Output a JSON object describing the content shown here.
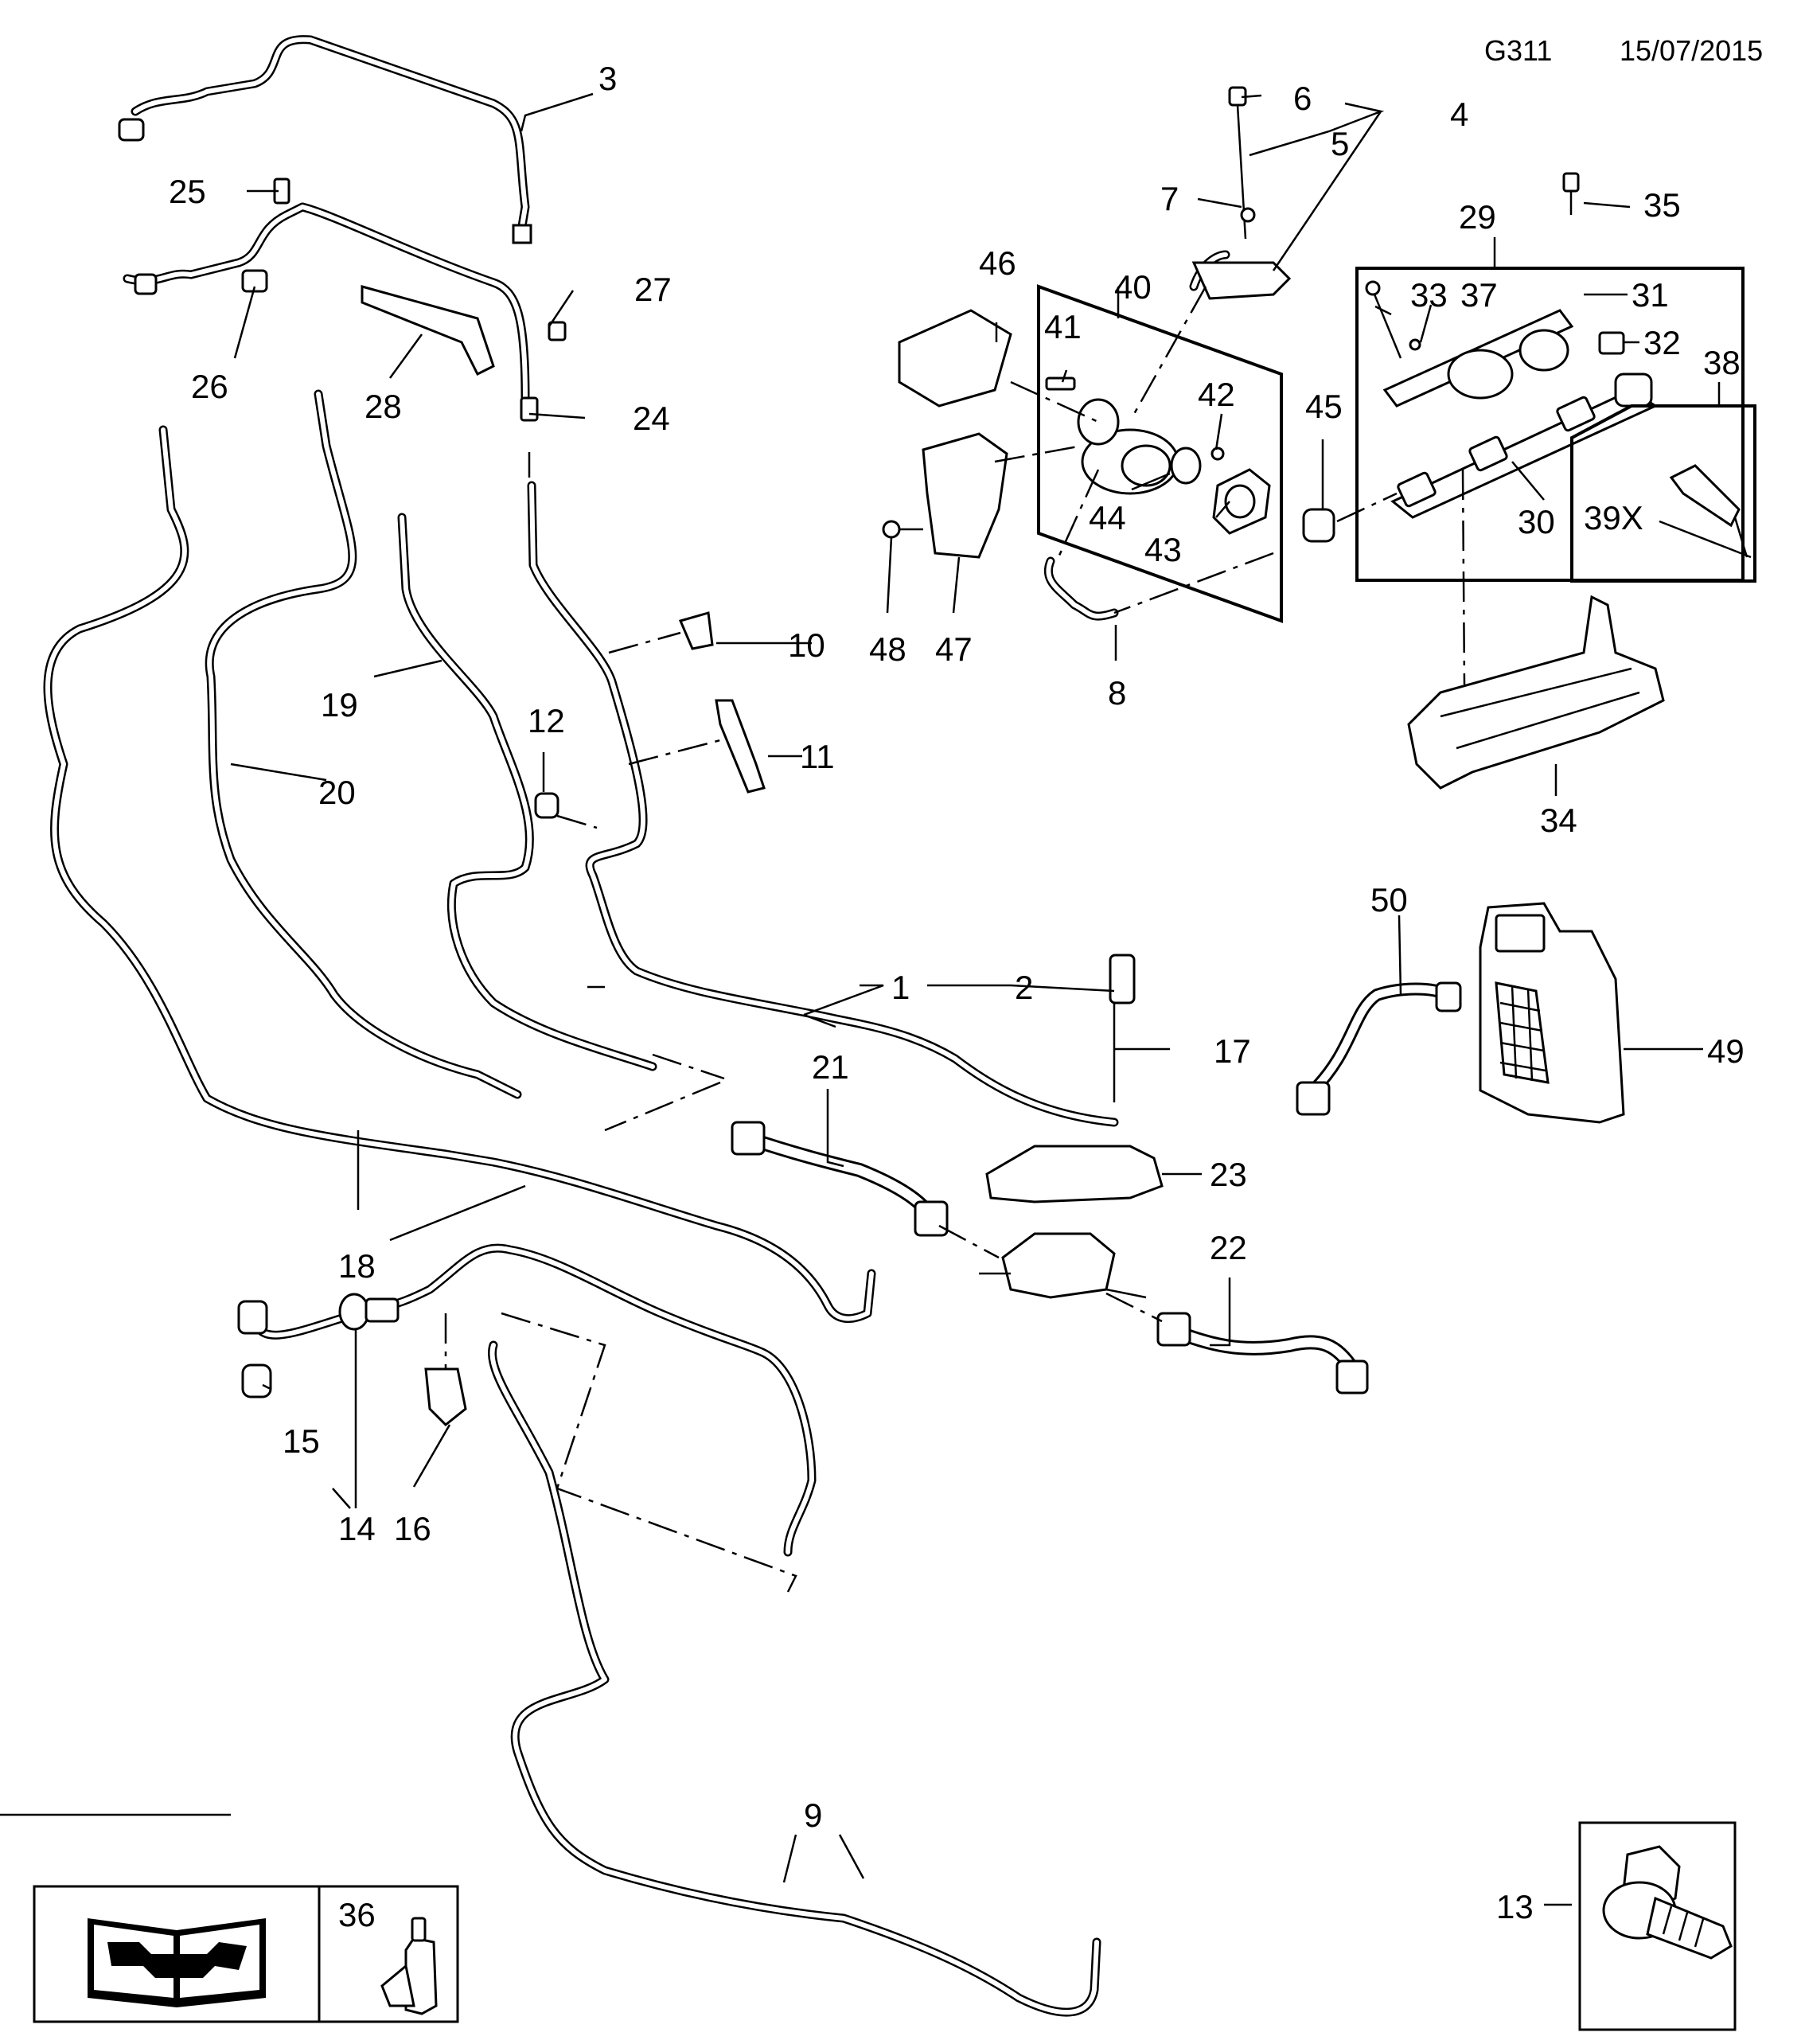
{
  "header": {
    "code": "G311",
    "date": "15/07/2015"
  },
  "callouts": {
    "c1": "1",
    "c2": "2",
    "c3": "3",
    "c4": "4",
    "c5": "5",
    "c6": "6",
    "c7": "7",
    "c8": "8",
    "c9": "9",
    "c10": "10",
    "c11": "11",
    "c12": "12",
    "c13": "13",
    "c14": "14",
    "c15": "15",
    "c16": "16",
    "c17": "17",
    "c18": "18",
    "c19": "19",
    "c20": "20",
    "c21": "21",
    "c22": "22",
    "c23": "23",
    "c24": "24",
    "c25": "25",
    "c26": "26",
    "c27": "27",
    "c28": "28",
    "c29": "29",
    "c30": "30",
    "c31": "31",
    "c32": "32",
    "c33": "33",
    "c34": "34",
    "c35": "35",
    "c36": "36",
    "c37": "37",
    "c38": "38",
    "c39x": "39X",
    "c40": "40",
    "c41": "41",
    "c42": "42",
    "c43": "43",
    "c44": "44",
    "c45": "45",
    "c46": "46",
    "c47": "47",
    "c48": "48",
    "c49": "49",
    "c50": "50"
  },
  "icons": {
    "manual": "manual-wrench-icon",
    "adhesive": "adhesive-bottle-icon",
    "bolt": "flange-bolt-icon"
  }
}
